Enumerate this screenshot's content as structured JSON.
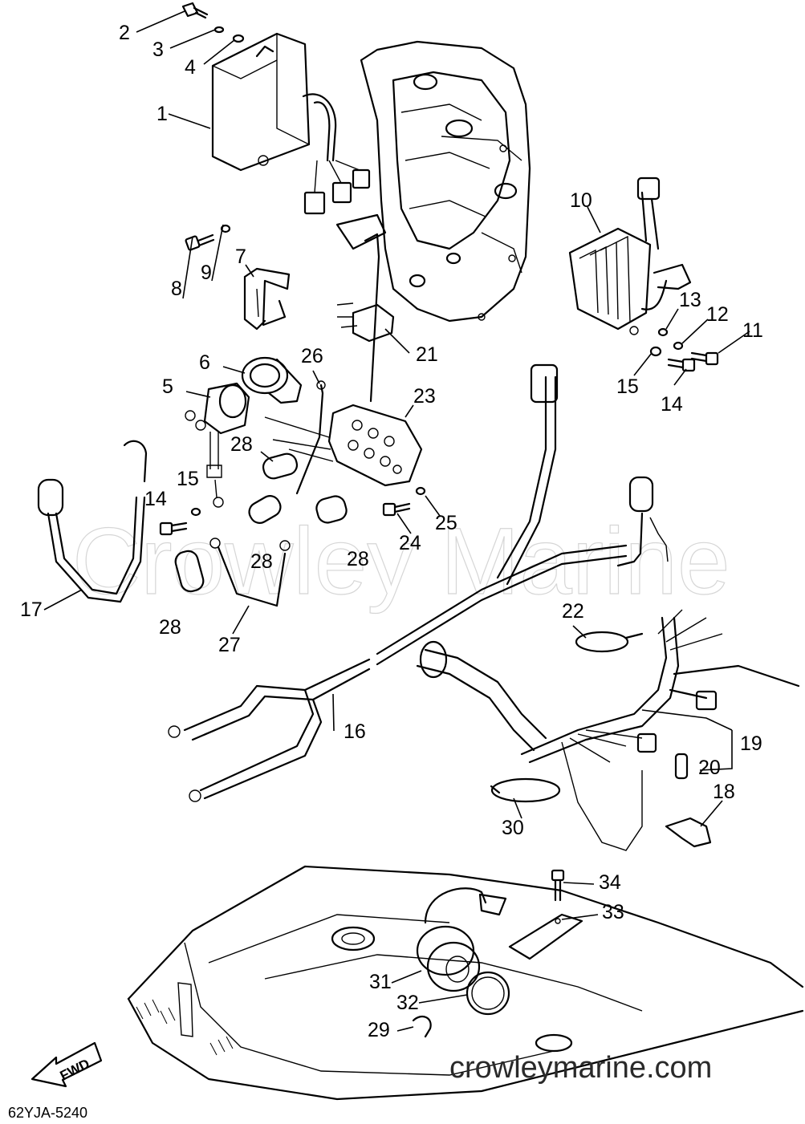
{
  "watermark_center": "Crowley Marine",
  "watermark_footer": "crowleymarine.com",
  "diagram_code": "62YJA-5240",
  "fwd_label": "FWD",
  "callouts": [
    "1",
    "2",
    "3",
    "4",
    "5",
    "6",
    "7",
    "8",
    "9",
    "10",
    "11",
    "12",
    "13",
    "14",
    "14",
    "15",
    "15",
    "16",
    "17",
    "18",
    "19",
    "20",
    "21",
    "22",
    "23",
    "24",
    "25",
    "26",
    "27",
    "28",
    "28",
    "28",
    "28",
    "28",
    "29",
    "30",
    "31",
    "32",
    "33",
    "34"
  ]
}
